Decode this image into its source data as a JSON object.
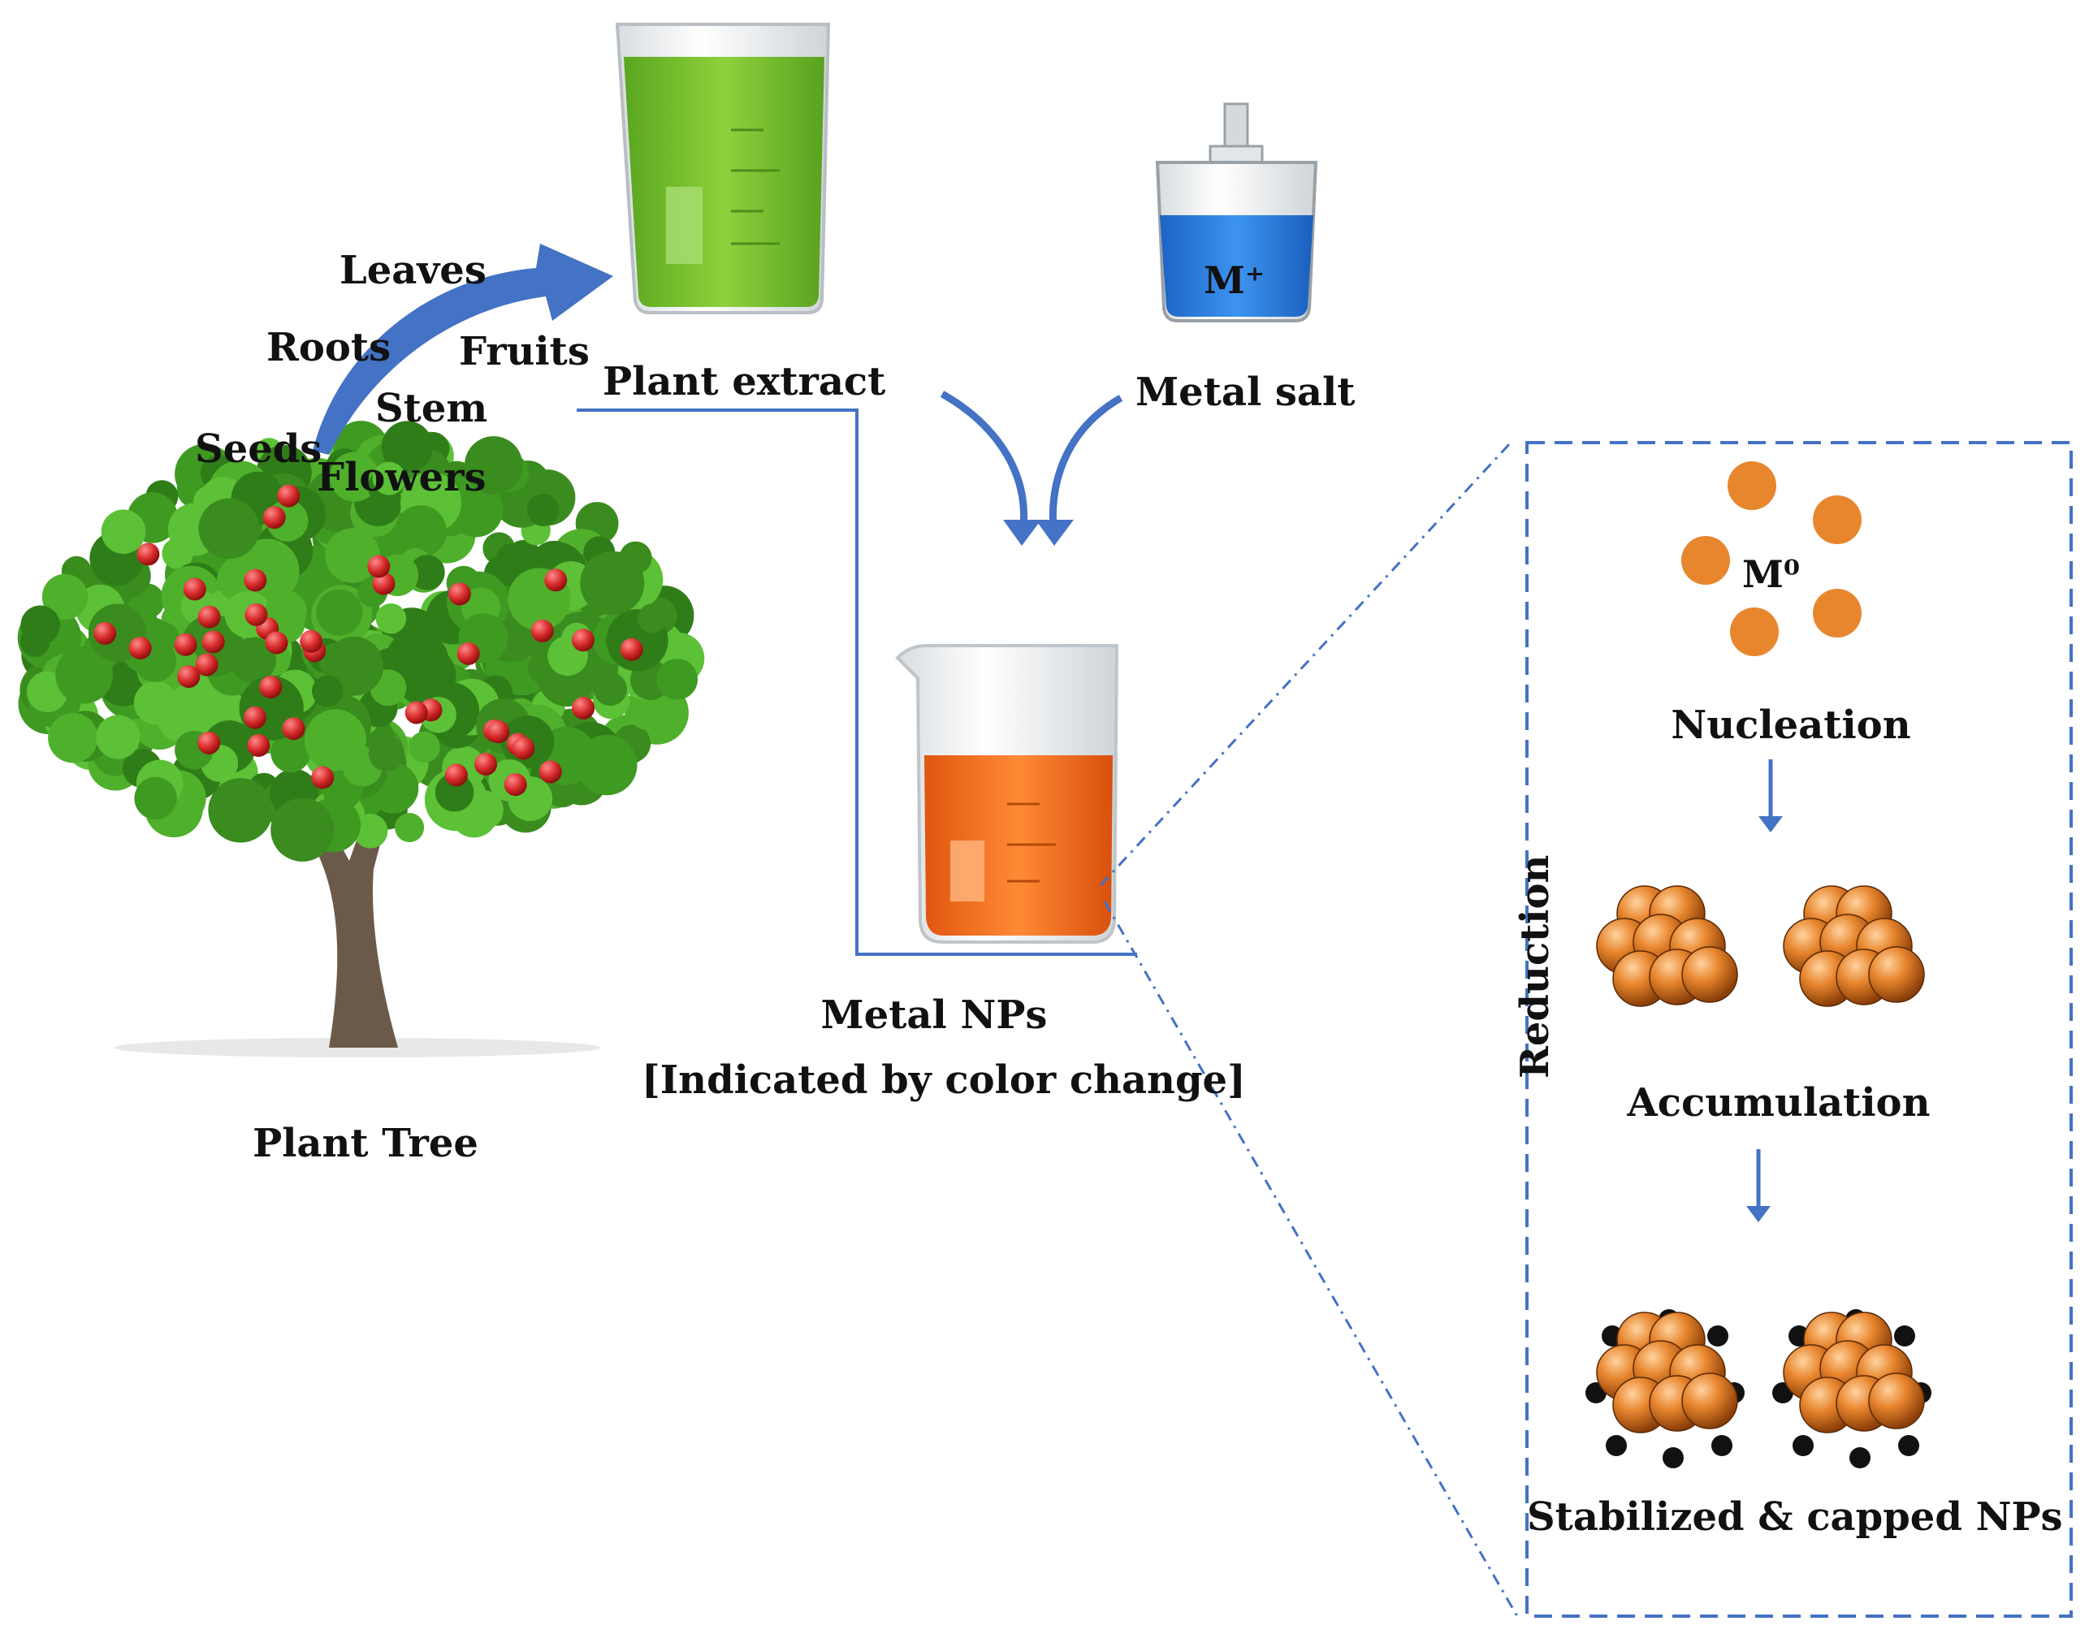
{
  "parts": [
    "Leaves",
    "Roots",
    "Fruits",
    "Stem",
    "Seeds",
    "Flowers"
  ],
  "labels": {
    "plant_extract": "Plant extract",
    "metal_salt": "Metal salt",
    "metal_ion": "M⁺",
    "metal_nps": "Metal NPs",
    "metal_nps_note": "[Indicated by color change]",
    "plant_tree": "Plant Tree",
    "metal_atom": "M⁰",
    "nucleation": "Nucleation",
    "accumulation": "Accumulation",
    "stabilized": "Stabilized & capped NPs",
    "reduction": "Reduction"
  },
  "colors": {
    "arrow_blue": "#4472c4",
    "extract_green": "#6cbf2a",
    "salt_blue": "#2a7de1",
    "np_orange": "#ef6a1a",
    "particle_orange": "#e8862e",
    "leaf_green": "#3f9a22",
    "fruit_red": "#d62a2a",
    "trunk_brown": "#6b5a4a",
    "capping_black": "#111111"
  }
}
